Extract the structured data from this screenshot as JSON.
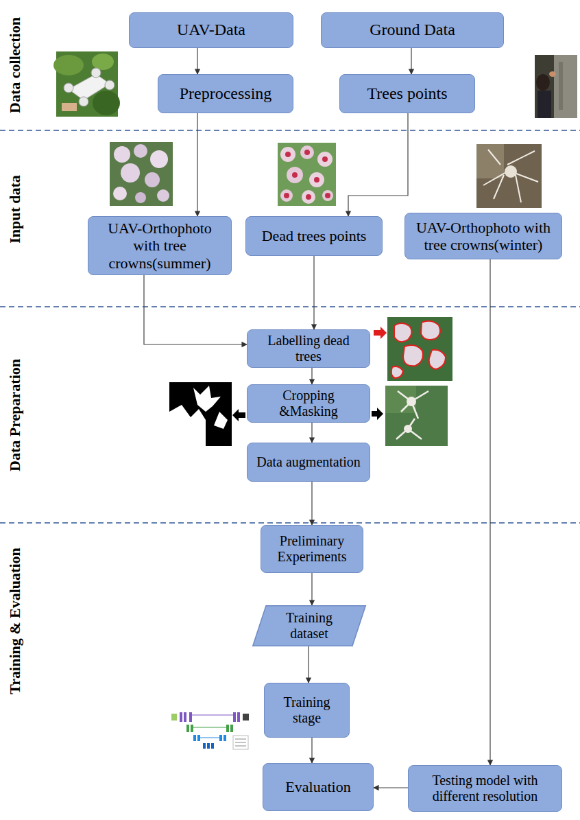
{
  "diagram": {
    "nodes": [
      {
        "text": [
          "UAV-Data"
        ]
      },
      {
        "text": [
          "Ground Data"
        ]
      },
      {
        "text": [
          "Preprocessing"
        ]
      },
      {
        "text": [
          "Trees points"
        ]
      },
      {
        "text": [
          "UAV-Orthophoto with tree crowns(summer)"
        ]
      },
      {
        "text": [
          "Dead trees points"
        ]
      },
      {
        "text": [
          "UAV-Orthophoto with tree crowns(winter)"
        ]
      },
      {
        "text": [
          "Labelling dead trees"
        ]
      },
      {
        "text": [
          "Cropping &Masking"
        ]
      },
      {
        "text": [
          "Data augmentation"
        ]
      },
      {
        "text": [
          "Preliminary Experiments"
        ]
      },
      {
        "text": [
          "Training dataset"
        ]
      },
      {
        "text": [
          "Training stage"
        ]
      },
      {
        "text": [
          "Evaluation"
        ]
      },
      {
        "text": [
          "Testing model with different resolution"
        ]
      }
    ],
    "edges": [
      {
        "from": 0,
        "to": 2,
        "arrow": "to"
      },
      {
        "from": 1,
        "to": 3,
        "arrow": "to"
      },
      {
        "from": 2,
        "to": 4,
        "arrow": "to"
      },
      {
        "from": 3,
        "to": 5,
        "arrow": "to"
      },
      {
        "from": 4,
        "to": 7,
        "arrow": "to"
      },
      {
        "from": 5,
        "to": 7,
        "arrow": "to"
      },
      {
        "from": 7,
        "to": 8,
        "arrow": "to"
      },
      {
        "from": 8,
        "to": 9,
        "arrow": "to"
      },
      {
        "from": 9,
        "to": 10,
        "arrow": "to"
      },
      {
        "from": 10,
        "to": 11,
        "arrow": "to"
      },
      {
        "from": 11,
        "to": 12,
        "arrow": "to"
      },
      {
        "from": 12,
        "to": 13,
        "arrow": "to"
      },
      {
        "from": 6,
        "to": 14,
        "arrow": "to"
      },
      {
        "from": 14,
        "to": 13,
        "arrow": "to"
      }
    ],
    "labels": [
      "Data collection",
      "Input data",
      "Data Preparation",
      "Training & Evaluation"
    ]
  }
}
